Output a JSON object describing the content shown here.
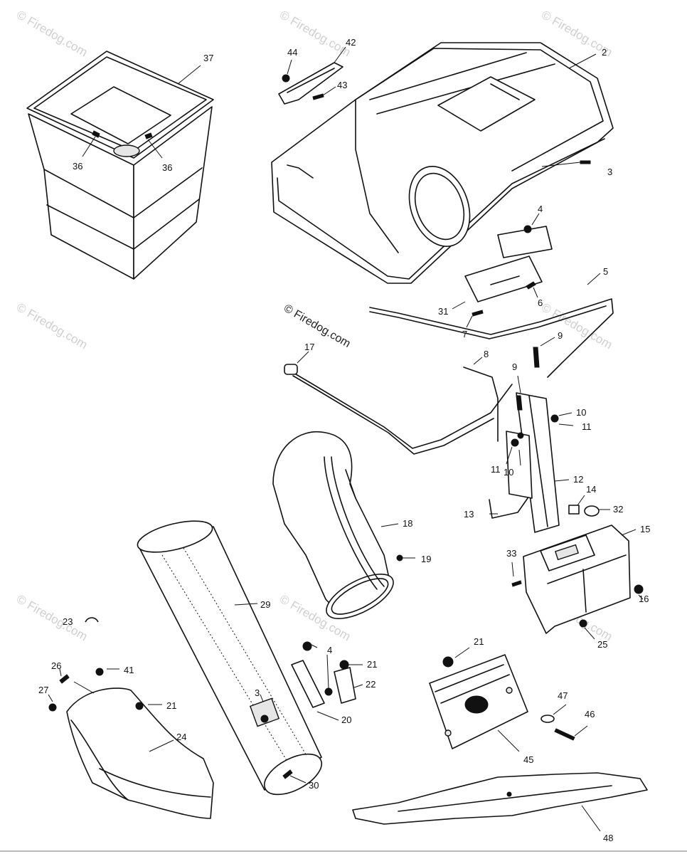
{
  "watermark": {
    "text": "© Firedog.com",
    "main_text": "© Firedog.com"
  },
  "part_labels": {
    "p2": "2",
    "p3a": "3",
    "p3b": "3",
    "p4a": "4",
    "p4b": "4",
    "p5": "5",
    "p6": "6",
    "p7": "7",
    "p8": "8",
    "p9a": "9",
    "p9b": "9",
    "p10a": "10",
    "p10b": "10",
    "p11a": "11",
    "p11b": "11",
    "p12": "12",
    "p13": "13",
    "p14": "14",
    "p15": "15",
    "p16": "16",
    "p17": "17",
    "p18": "18",
    "p19": "19",
    "p20": "20",
    "p21a": "21",
    "p21b": "21",
    "p21c": "21",
    "p22": "22",
    "p23": "23",
    "p24": "24",
    "p25": "25",
    "p26": "26",
    "p27": "27",
    "p29": "29",
    "p30": "30",
    "p31": "31",
    "p32": "32",
    "p33": "33",
    "p36a": "36",
    "p36b": "36",
    "p37": "37",
    "p41": "41",
    "p42": "42",
    "p43": "43",
    "p44": "44",
    "p45": "45",
    "p46": "46",
    "p47": "47",
    "p48": "48"
  }
}
